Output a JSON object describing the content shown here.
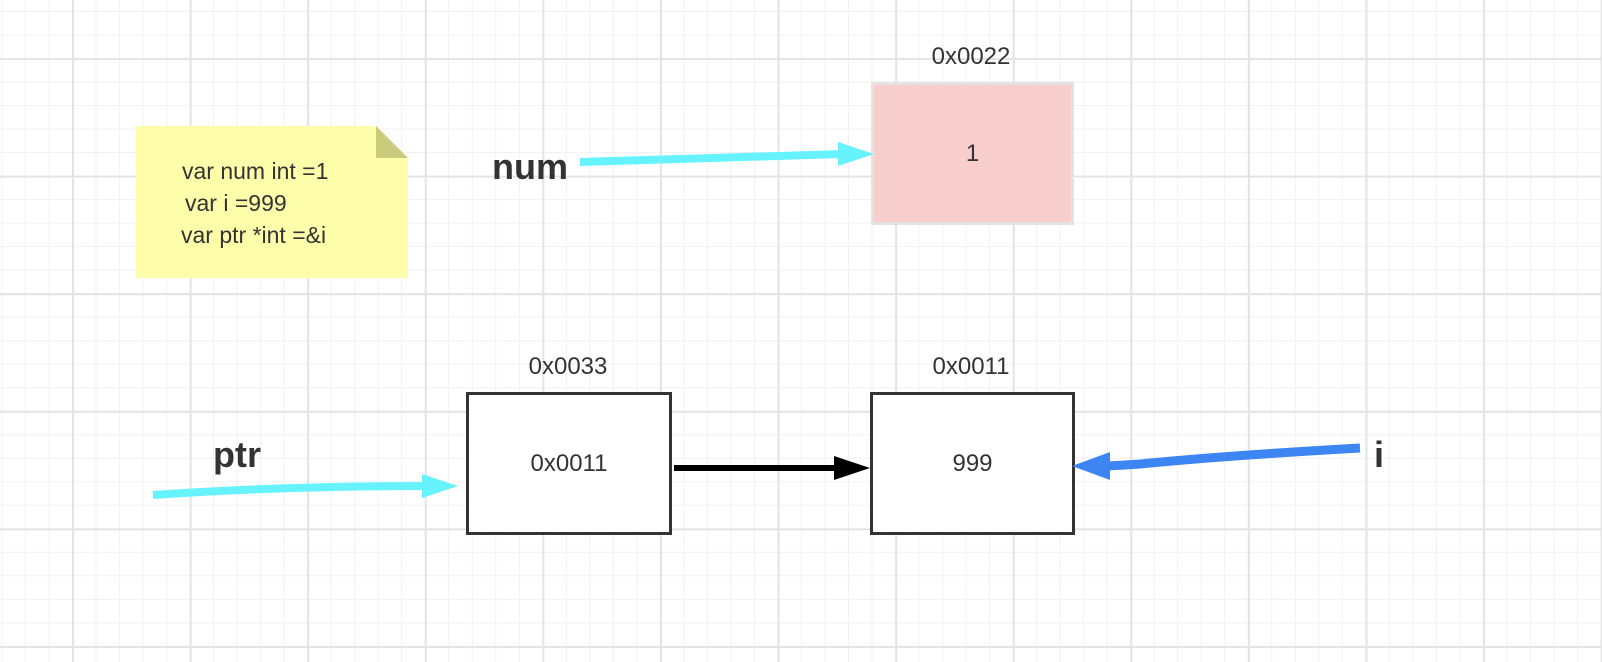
{
  "note": {
    "lines": [
      "var num int =1",
      "var i =999",
      "var ptr *int =&i"
    ]
  },
  "variables": {
    "num": "num",
    "ptr": "ptr",
    "i": "i"
  },
  "cells": {
    "num_cell": {
      "address": "0x0022",
      "value": "1"
    },
    "ptr_cell": {
      "address": "0x0033",
      "value": "0x0011"
    },
    "i_cell": {
      "address": "0x0011",
      "value": "999"
    }
  },
  "colors": {
    "background": "#ffffff",
    "grid_major": "#e4e4e4",
    "grid_minor": "#f1f1f1",
    "note_fill": "#fefeaa",
    "note_fold": "#cbcb7c",
    "pink_fill": "#f8cecc",
    "cyan_arrow": "#66f2ff",
    "blue_arrow": "#3d85f2",
    "black_arrow": "#000000",
    "text": "#333333"
  },
  "icons": {
    "arrow_num_to_cell": "cyan-arrow-icon",
    "arrow_ptr_to_cell": "cyan-arrow-icon",
    "arrow_ptr_value_to_i": "black-arrow-icon",
    "arrow_i_to_cell": "blue-arrow-icon"
  }
}
